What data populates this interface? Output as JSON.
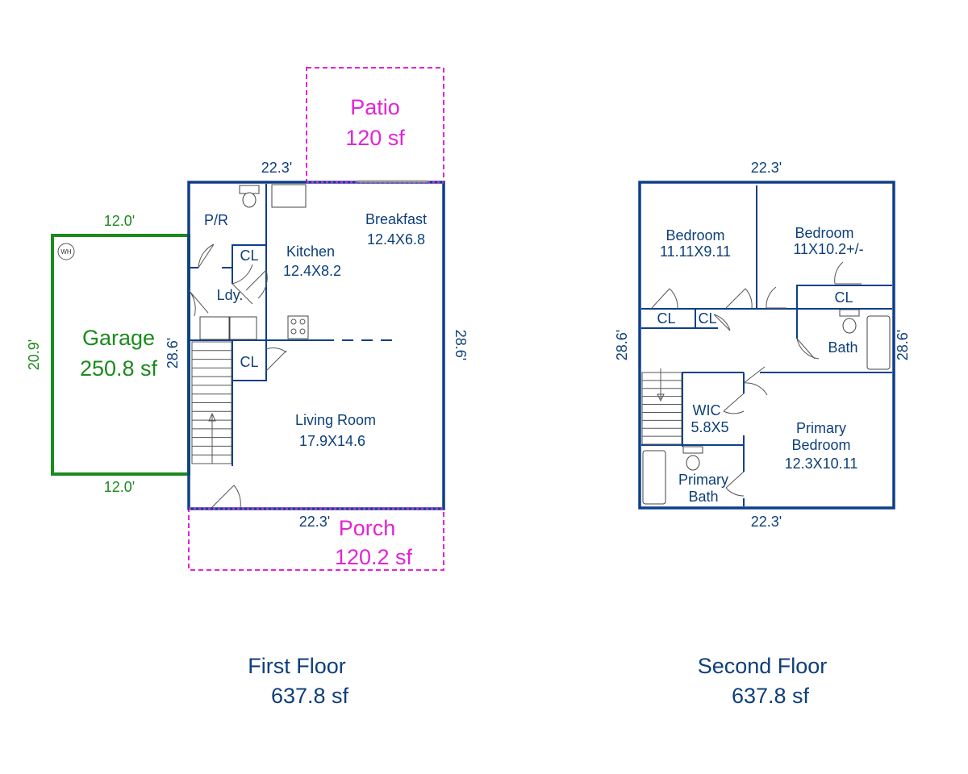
{
  "colors": {
    "walls": "#0d3f8a",
    "text": "#0d3f7a",
    "exterior": "#e324d6",
    "garage": "#1c8a1c"
  },
  "first_floor": {
    "title": "First Floor",
    "area": "637.8 sf",
    "dims": {
      "top": "22.3'",
      "bottom": "22.3'",
      "left": "28.6'",
      "right": "28.6'"
    },
    "rooms": {
      "powder": {
        "name": "P/R"
      },
      "closet1": {
        "name": "CL"
      },
      "laundry": {
        "name": "Ldy."
      },
      "kitchen": {
        "name": "Kitchen",
        "size": "12.4X8.2"
      },
      "breakfast": {
        "name": "Breakfast",
        "size": "12.4X6.8"
      },
      "closet2": {
        "name": "CL"
      },
      "living": {
        "name": "Living Room",
        "size": "17.9X14.6"
      }
    },
    "garage": {
      "name": "Garage",
      "area": "250.8 sf",
      "dims": {
        "top": "12.0'",
        "bottom": "12.0'",
        "left": "20.9'"
      },
      "wh": "WH"
    },
    "patio": {
      "name": "Patio",
      "area": "120 sf"
    },
    "porch": {
      "name": "Porch",
      "area": "120.2 sf"
    }
  },
  "second_floor": {
    "title": "Second Floor",
    "area": "637.8 sf",
    "dims": {
      "top": "22.3'",
      "bottom": "22.3'",
      "left": "28.6'",
      "right": "28.6'"
    },
    "rooms": {
      "bed1": {
        "name": "Bedroom",
        "size": "11.11X9.11"
      },
      "bed2": {
        "name": "Bedroom",
        "size": "11X10.2+/-"
      },
      "cl_a": {
        "name": "CL"
      },
      "cl_b": {
        "name": "CL"
      },
      "cl_c": {
        "name": "CL"
      },
      "bath": {
        "name": "Bath"
      },
      "wic": {
        "name": "WIC",
        "size": "5.8X5"
      },
      "primary_bed": {
        "name1": "Primary",
        "name2": "Bedroom",
        "size": "12.3X10.11"
      },
      "primary_bath": {
        "name1": "Primary",
        "name2": "Bath"
      }
    }
  }
}
